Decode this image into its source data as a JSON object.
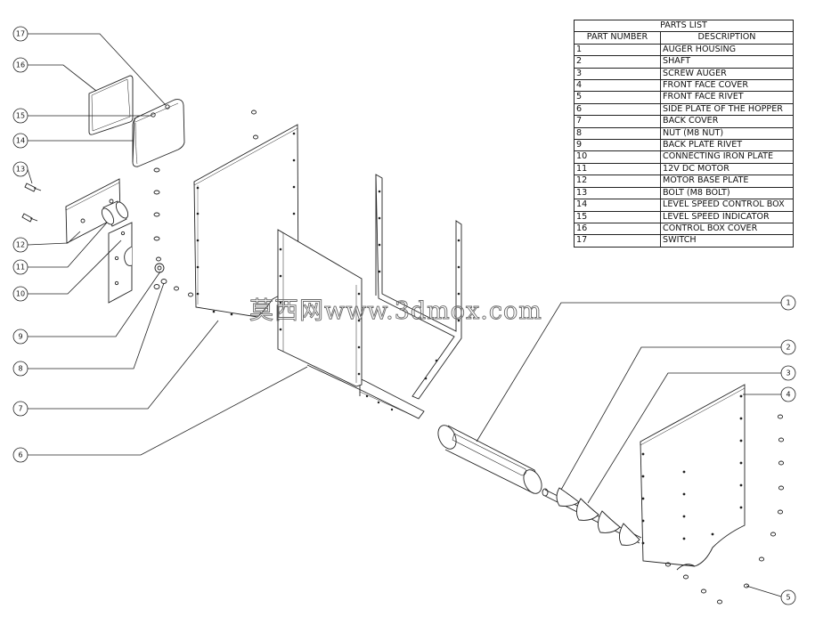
{
  "parts_list": {
    "title": "PARTS LIST",
    "headers": {
      "number": "PART NUMBER",
      "description": "DESCRIPTION"
    },
    "rows": [
      {
        "number": "1",
        "description": "AUGER HOUSING"
      },
      {
        "number": "2",
        "description": "SHAFT"
      },
      {
        "number": "3",
        "description": "SCREW AUGER"
      },
      {
        "number": "4",
        "description": "FRONT FACE COVER"
      },
      {
        "number": "5",
        "description": "FRONT FACE RIVET"
      },
      {
        "number": "6",
        "description": "SIDE PLATE OF THE HOPPER"
      },
      {
        "number": "7",
        "description": "BACK COVER"
      },
      {
        "number": "8",
        "description": "NUT (M8 NUT)"
      },
      {
        "number": "9",
        "description": "BACK PLATE RIVET"
      },
      {
        "number": "10",
        "description": "CONNECTING IRON PLATE"
      },
      {
        "number": "11",
        "description": "12V DC MOTOR"
      },
      {
        "number": "12",
        "description": "MOTOR BASE PLATE"
      },
      {
        "number": "13",
        "description": "BOLT (M8 BOLT)"
      },
      {
        "number": "14",
        "description": "LEVEL SPEED CONTROL BOX"
      },
      {
        "number": "15",
        "description": "LEVEL SPEED INDICATOR"
      },
      {
        "number": "16",
        "description": "CONTROL BOX COVER"
      },
      {
        "number": "17",
        "description": "SWITCH"
      }
    ]
  },
  "callouts": {
    "c1": "1",
    "c2": "2",
    "c3": "3",
    "c4": "4",
    "c5": "5",
    "c6": "6",
    "c7": "7",
    "c8": "8",
    "c9": "9",
    "c10": "10",
    "c11": "11",
    "c12": "12",
    "c13": "13",
    "c14": "14",
    "c15": "15",
    "c16": "16",
    "c17": "17"
  },
  "watermark": "莫西网www.3dmox.com",
  "colors": {
    "line": "#222222",
    "paper": "#ffffff",
    "watermark": "#6a6a6a"
  }
}
